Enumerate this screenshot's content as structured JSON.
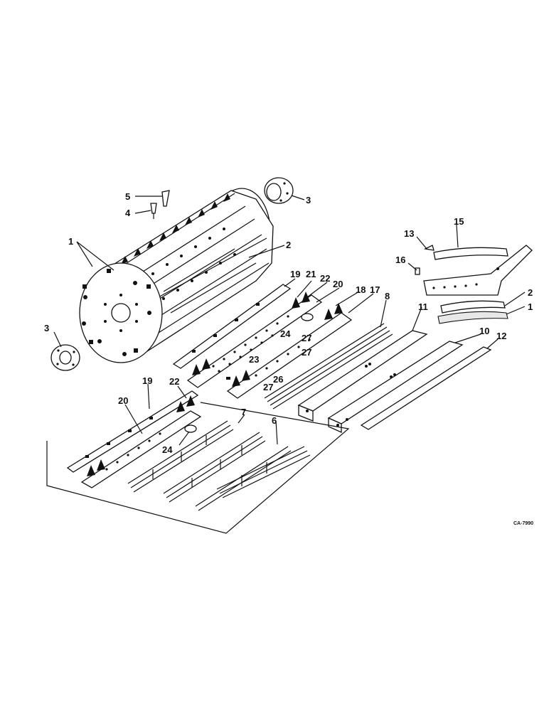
{
  "callouts": {
    "c1": "1",
    "c2": "2",
    "c3a": "3",
    "c3b": "3",
    "c4": "4",
    "c5": "5",
    "c6": "6",
    "c7": "7",
    "c8": "8",
    "c10": "10",
    "c11": "11",
    "c12": "12",
    "c13": "13",
    "c15": "15",
    "c16": "16",
    "c2b": "2",
    "c1b": "1",
    "c17": "17",
    "c18": "18",
    "c19a": "19",
    "c19b": "19",
    "c20a": "20",
    "c20b": "20",
    "c21": "21",
    "c22a": "22",
    "c22b": "22",
    "c23": "23",
    "c24a": "24",
    "c24b": "24",
    "c26": "26",
    "c27a": "27",
    "c27b": "27",
    "c27c": "27"
  },
  "drawing_code": "CA-7990"
}
